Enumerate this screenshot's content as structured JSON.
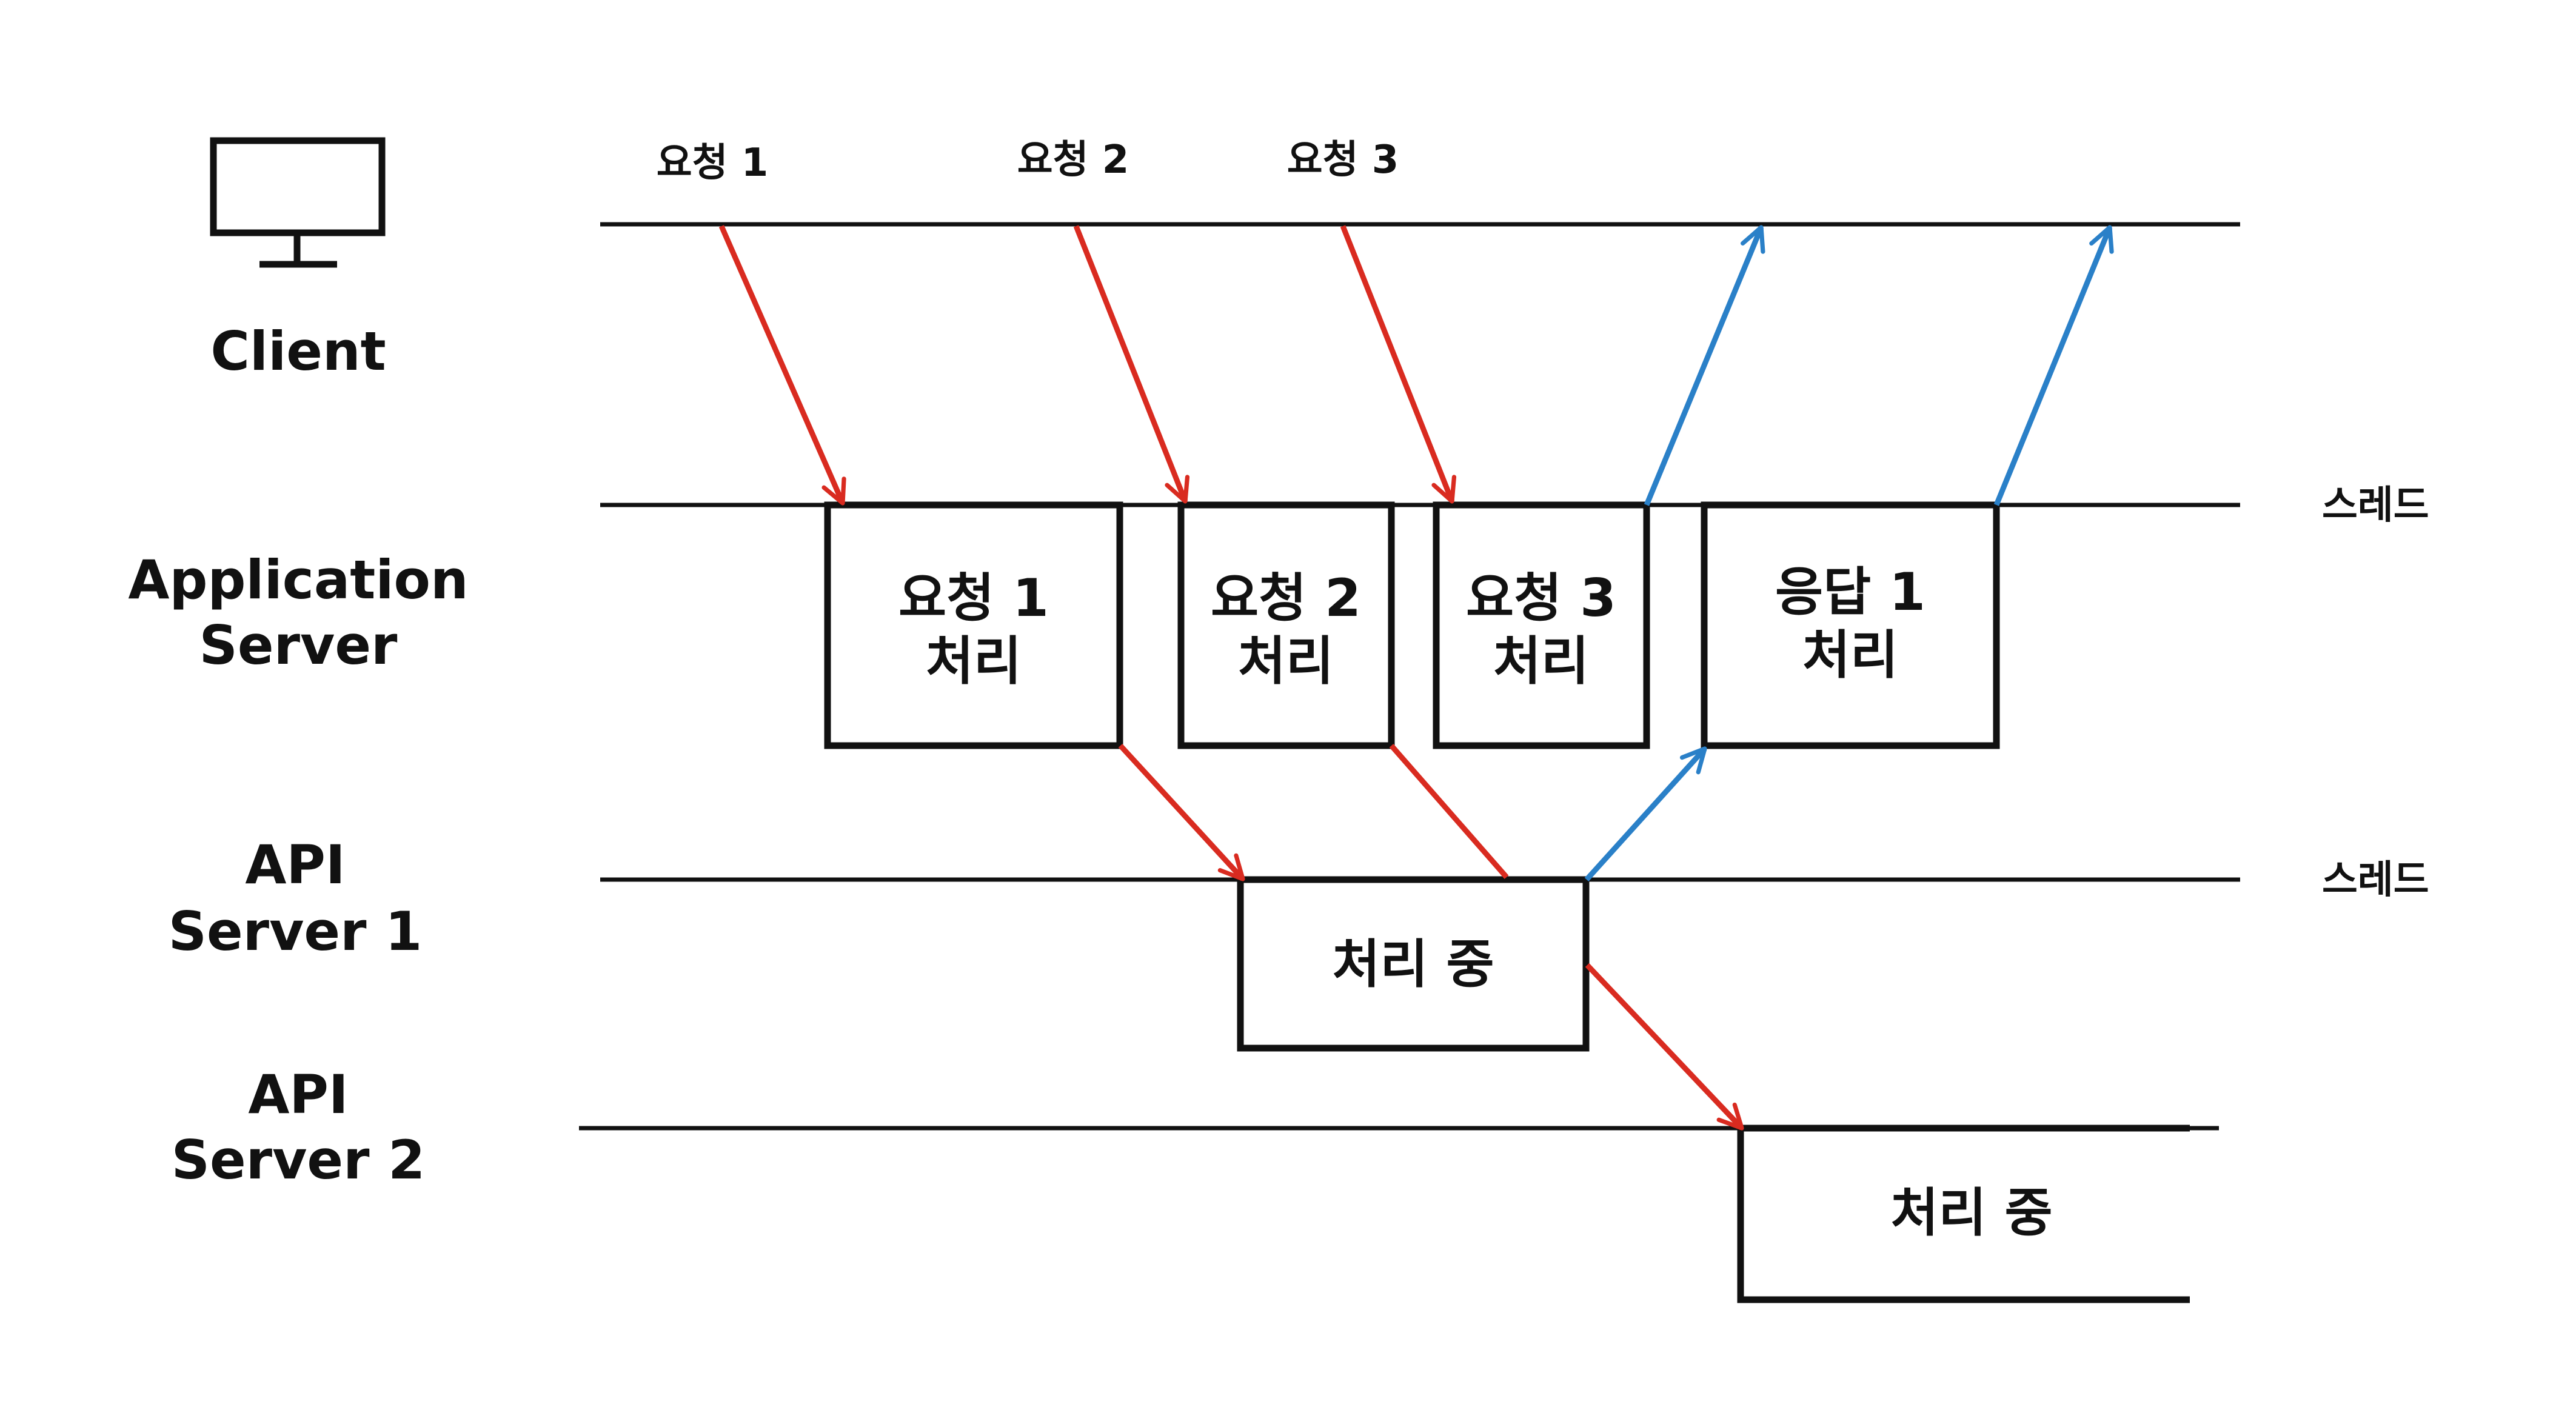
{
  "lanes": {
    "client": {
      "label": "Client"
    },
    "app_server": {
      "lines": [
        "Application",
        "Server"
      ]
    },
    "api_server_1": {
      "lines": [
        "API",
        "Server 1"
      ]
    },
    "api_server_2": {
      "lines": [
        "API",
        "Server 2"
      ]
    }
  },
  "requests": [
    "요청 1",
    "요청 2",
    "요청 3"
  ],
  "boxes": {
    "req1": [
      "요청 1",
      "처리"
    ],
    "req2": [
      "요청 2",
      "처리"
    ],
    "req3": [
      "요청 3",
      "처리"
    ],
    "resp1": [
      "응답 1",
      "처리"
    ],
    "api1": "처리 중",
    "api2": "처리 중"
  },
  "thread_labels": {
    "app": "스레드",
    "api1": "스레드"
  },
  "colors": {
    "request_arrow": "#d92b20",
    "response_arrow": "#2a80c8",
    "line": "#111111"
  },
  "icons": {
    "client": "monitor-icon"
  }
}
